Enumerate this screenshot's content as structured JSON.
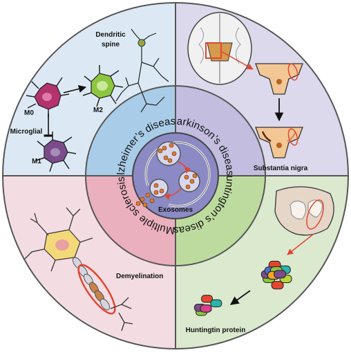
{
  "diseases": {
    "alzheimers": "Alzheimer’s disease",
    "parkinsons": "Parkinson’s disease",
    "huntingtons": "Huntington’s disease",
    "multiple_sclerosis": "Multiple sclerosis"
  },
  "center": {
    "label": "Exosomes"
  },
  "alzheimers_panel": {
    "dendritic_spine": [
      "Dendritic",
      "spine"
    ],
    "microglial": "Microglial",
    "m0": "M0",
    "m1": "M1",
    "m2": "M2"
  },
  "parkinsons_panel": {
    "substantia_nigra": "Substantia nigra"
  },
  "ms_panel": {
    "demyelination": "Demyelination"
  },
  "huntingtons_panel": {
    "huntingtin_protein": "Huntingtin protein"
  },
  "colors": {
    "alzheimers_bg": "#dce9f5",
    "parkinsons_bg": "#ddd9ec",
    "ms_bg": "#f3dde3",
    "huntingtons_bg": "#dbe9cf",
    "alzheimers_ring": "#a9cde8",
    "parkinsons_ring": "#c3bde0",
    "ms_ring": "#eab0be",
    "huntingtons_ring": "#bedb9f",
    "core": "#8b8ac4",
    "exosome_dot": "#e07a2c",
    "arrow_red": "#e2462f"
  }
}
